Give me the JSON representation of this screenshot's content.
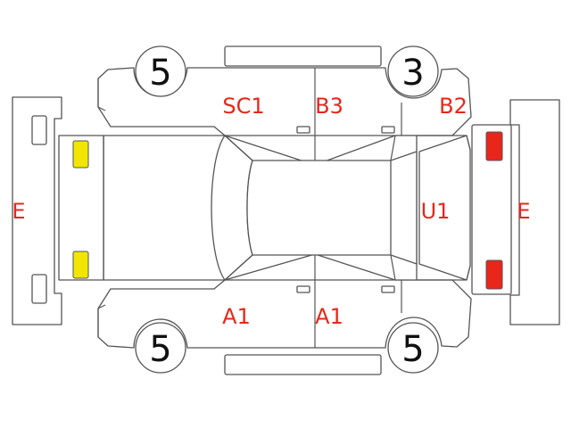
{
  "colors": {
    "code": "#e8261c",
    "outline": "#555555",
    "lamp_front": "#f2e600",
    "lamp_rear": "#e8261c"
  },
  "wheels": {
    "front_right": "5",
    "rear_right": "3",
    "front_left": "5",
    "rear_left": "5"
  },
  "codes": {
    "front_bumper": "E",
    "rear_bumper": "E",
    "front_right_fender": "SC1",
    "rear_right_door": "B3",
    "rear_right_quarter": "B2",
    "rear_panel": "U1",
    "front_left_door": "A1",
    "rear_left_door": "A1"
  },
  "icons": {
    "front_lamp": "headlamp-icon",
    "rear_lamp": "tail-lamp-icon"
  }
}
